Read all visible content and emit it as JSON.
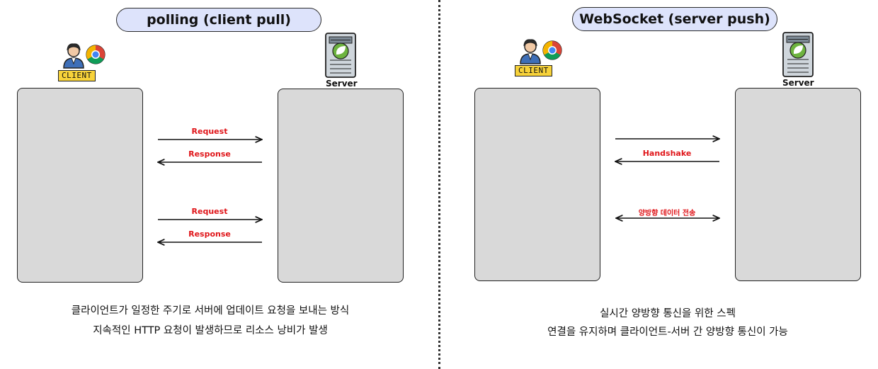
{
  "left": {
    "title": "polling (client pull)",
    "client_label": "CLIENT",
    "server_label": "Server",
    "arrows": [
      {
        "label": "Request"
      },
      {
        "label": "Response"
      },
      {
        "label": "Request"
      },
      {
        "label": "Response"
      }
    ],
    "caption": [
      "클라이언트가 일정한 주기로 서버에 업데이트 요청을 보내는 방식",
      "지속적인 HTTP 요청이 발생하므로 리소스 낭비가 발생"
    ]
  },
  "right": {
    "title": "WebSocket (server push)",
    "client_label": "CLIENT",
    "server_label": "Server",
    "arrows": [
      {
        "label": ""
      },
      {
        "label": "Handshake"
      },
      {
        "label": "양방향 데이터 전송"
      }
    ],
    "caption": [
      "실시간 양방향 통신을 위한 스펙",
      "연결을 유지하며 클라이언트-서버 간 양방향 통신이 가능"
    ]
  },
  "colors": {
    "title_bg": "#dde3fb",
    "box_fill": "#d9d9d9",
    "label_red": "#e0161a",
    "client_badge": "#f7d23a",
    "spring_green": "#6db33f"
  },
  "icons": [
    "person-icon",
    "chrome-icon",
    "server-icon",
    "spring-leaf-icon"
  ]
}
